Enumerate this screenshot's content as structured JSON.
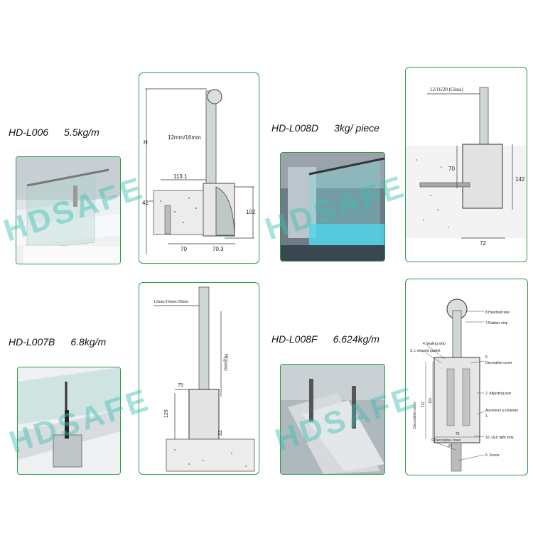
{
  "products": [
    {
      "code": "HD-L006",
      "weight": "5.5kg/m"
    },
    {
      "code": "HD-L008D",
      "weight": "3kg/ piece"
    },
    {
      "code": "HD-L007B",
      "weight": "6.8kg/m"
    },
    {
      "code": "HD-L008F",
      "weight": "6.624kg/m"
    }
  ],
  "watermark": "HDSAFE",
  "drawings": {
    "l006": {
      "glass": "12mm/16mm",
      "h": "H",
      "w1": "113.1",
      "d42": "42",
      "d102": "102",
      "w70": "70",
      "w703": "70.3"
    },
    "l008d": {
      "glass": "12/16/20 (Glass)",
      "d70": "70",
      "d142": "142",
      "w72": "72"
    },
    "l007b": {
      "glass": "12mm/16mm/20mm",
      "hglass": "H(glass)",
      "d75": "75",
      "d120": "120",
      "d22": "22"
    },
    "l008f": {
      "parts": [
        "8.Handrail tube",
        "7.Rubber strip",
        "4.Sealing strip",
        "3. L-shaped gasket",
        "5.",
        "Decorative cover",
        "2. Adjusting part",
        "Aluminum u-channel",
        "1.",
        "10. LED light strip",
        "9.Decorative cover",
        "6. Screw"
      ],
      "side": "Decorative cover",
      "d137": "137",
      "d101": "101",
      "d75": "75",
      "d81": "81"
    }
  },
  "colors": {
    "border": "#2e9b45",
    "watermark": "#3cbeb4"
  }
}
